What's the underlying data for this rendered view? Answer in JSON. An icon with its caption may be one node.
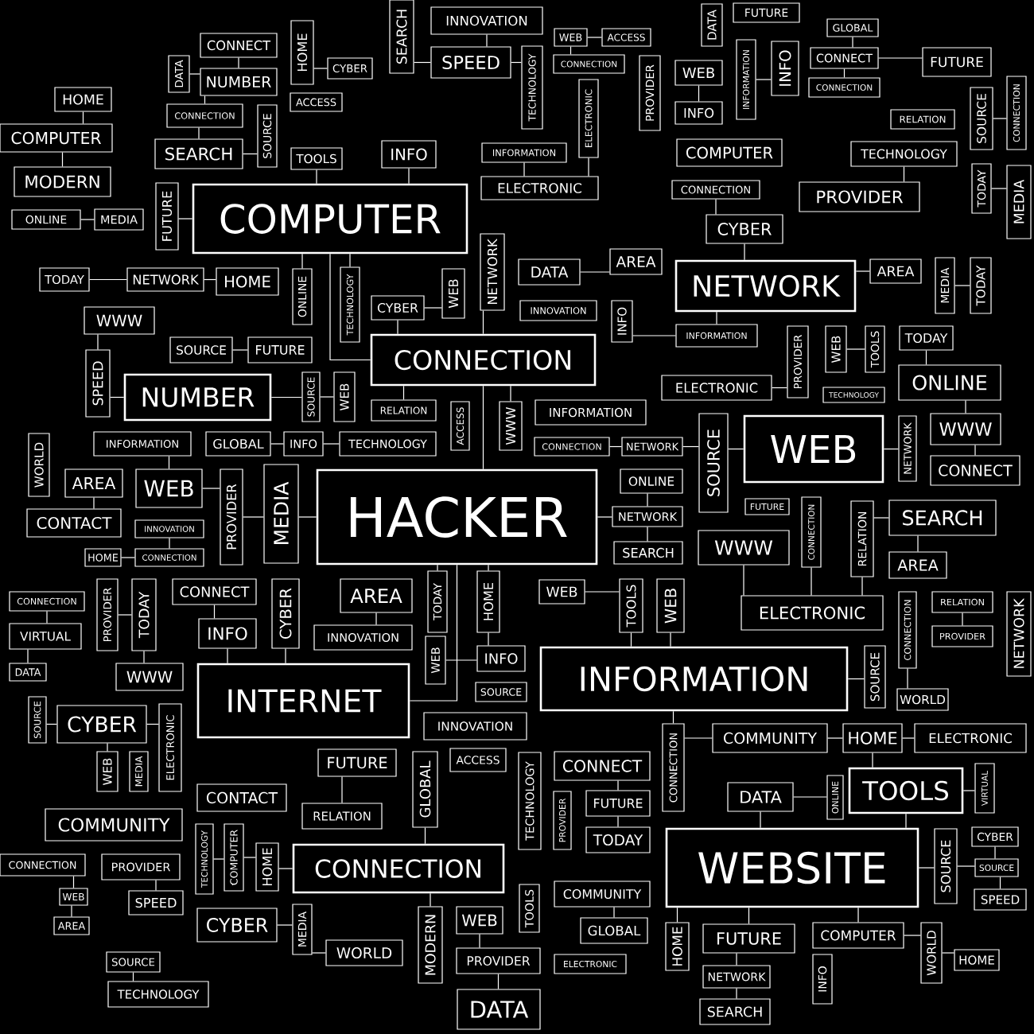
{
  "diagram": {
    "nodes": [
      {
        "text": [
          "COMPUTER"
        ]
      },
      {
        "text": [
          "CONNECTION"
        ]
      },
      {
        "text": [
          "HACKER"
        ]
      },
      {
        "text": [
          "NETWORK"
        ]
      },
      {
        "text": [
          "WEB"
        ]
      },
      {
        "text": [
          "NUMBER"
        ]
      },
      {
        "text": [
          "INTERNET"
        ]
      },
      {
        "text": [
          "INFORMATION"
        ]
      },
      {
        "text": [
          "CONNECTION"
        ]
      },
      {
        "text": [
          "WEBSITE"
        ]
      },
      {
        "text": [
          "TOOLS"
        ]
      },
      {
        "text": [
          "CYBER"
        ]
      },
      {
        "text": [
          "COMMUNITY"
        ]
      },
      {
        "text": [
          "ONLINE"
        ]
      },
      {
        "text": [
          "WWW"
        ]
      },
      {
        "text": [
          "CONNECT"
        ]
      },
      {
        "text": [
          "SEARCH"
        ]
      },
      {
        "text": [
          "ELECTRONIC"
        ]
      },
      {
        "text": [
          "WWW"
        ]
      },
      {
        "text": [
          "COMMUNITY"
        ]
      },
      {
        "text": [
          "HOME"
        ]
      },
      {
        "text": [
          "ELECTRONIC"
        ]
      },
      {
        "text": [
          "DATA"
        ]
      },
      {
        "text": [
          "CONNECT"
        ]
      },
      {
        "text": [
          "FUTURE"
        ]
      },
      {
        "text": [
          "TODAY"
        ]
      },
      {
        "text": [
          "COMMUNITY"
        ]
      },
      {
        "text": [
          "GLOBAL"
        ]
      },
      {
        "text": [
          "FUTURE"
        ]
      },
      {
        "text": [
          "COMPUTER"
        ]
      },
      {
        "text": [
          "NETWORK"
        ]
      },
      {
        "text": [
          "SEARCH"
        ]
      },
      {
        "text": [
          "DATA"
        ]
      },
      {
        "text": [
          "PROVIDER"
        ]
      },
      {
        "text": [
          "WEB"
        ]
      },
      {
        "text": [
          "WORLD"
        ]
      },
      {
        "text": [
          "CYBER"
        ]
      },
      {
        "text": [
          "TECHNOLOGY"
        ]
      },
      {
        "text": [
          "PROVIDER"
        ]
      },
      {
        "text": [
          "SPEED"
        ]
      },
      {
        "text": [
          "CONTACT"
        ]
      },
      {
        "text": [
          "RELATION"
        ]
      },
      {
        "text": [
          "FUTURE"
        ]
      },
      {
        "text": [
          "INNOVATION"
        ]
      },
      {
        "text": [
          "INFO"
        ]
      },
      {
        "text": [
          "AREA"
        ]
      },
      {
        "text": [
          "INNOVATION"
        ]
      },
      {
        "text": [
          "INFO"
        ]
      },
      {
        "text": [
          "CONNECT"
        ]
      },
      {
        "text": [
          "WWW"
        ]
      },
      {
        "text": [
          "VIRTUAL"
        ]
      },
      {
        "text": [
          "CONTACT"
        ]
      },
      {
        "text": [
          "AREA"
        ]
      },
      {
        "text": [
          "WEB"
        ]
      },
      {
        "text": [
          "INFORMATION"
        ]
      },
      {
        "text": [
          "GLOBAL"
        ]
      },
      {
        "text": [
          "INFO"
        ]
      },
      {
        "text": [
          "TECHNOLOGY"
        ]
      },
      {
        "text": [
          "SOURCE"
        ]
      },
      {
        "text": [
          "FUTURE"
        ]
      },
      {
        "text": [
          "WWW"
        ]
      },
      {
        "text": [
          "HOME"
        ]
      },
      {
        "text": [
          "NETWORK"
        ]
      },
      {
        "text": [
          "TODAY"
        ]
      },
      {
        "text": [
          "MODERN"
        ]
      },
      {
        "text": [
          "COMPUTER"
        ]
      },
      {
        "text": [
          "HOME"
        ]
      },
      {
        "text": [
          "SEARCH"
        ]
      },
      {
        "text": [
          "CONNECTION"
        ]
      },
      {
        "text": [
          "NUMBER"
        ]
      },
      {
        "text": [
          "CONNECT"
        ]
      },
      {
        "text": [
          "INFO"
        ]
      },
      {
        "text": [
          "TOOLS"
        ]
      },
      {
        "text": [
          "SPEED"
        ]
      },
      {
        "text": [
          "INNOVATION"
        ]
      },
      {
        "text": [
          "ELECTRONIC"
        ]
      },
      {
        "text": [
          "DATA"
        ]
      },
      {
        "text": [
          "AREA"
        ]
      },
      {
        "text": [
          "CYBER"
        ]
      },
      {
        "text": [
          "COMPUTER"
        ]
      },
      {
        "text": [
          "PROVIDER"
        ]
      },
      {
        "text": [
          "TECHNOLOGY"
        ]
      },
      {
        "text": [
          "INFORMATION"
        ]
      },
      {
        "text": [
          "INFORMATION"
        ]
      },
      {
        "text": [
          "ELECTRONIC"
        ]
      },
      {
        "text": [
          "INNOVATION"
        ]
      },
      {
        "text": [
          "CYBER"
        ]
      },
      {
        "text": [
          "RELATION"
        ]
      },
      {
        "text": [
          "ONLINE"
        ]
      },
      {
        "text": [
          "NETWORK"
        ]
      },
      {
        "text": [
          "SEARCH"
        ]
      },
      {
        "text": [
          "WEB"
        ]
      },
      {
        "text": [
          "ACCESS"
        ]
      },
      {
        "text": [
          "TODAY"
        ]
      },
      {
        "text": [
          "AREA"
        ]
      },
      {
        "text": [
          "FUTURE"
        ]
      },
      {
        "text": [
          "CONNECT"
        ]
      },
      {
        "text": [
          "CONNECTION"
        ]
      },
      {
        "text": [
          "GLOBAL"
        ]
      },
      {
        "text": [
          "FUTURE"
        ]
      },
      {
        "text": [
          "RELATION"
        ]
      },
      {
        "text": [
          "WEB"
        ]
      },
      {
        "text": [
          "INFO"
        ]
      },
      {
        "text": [
          "CONNECTION"
        ]
      },
      {
        "text": [
          "WEB"
        ]
      },
      {
        "text": [
          "ACCESS"
        ]
      },
      {
        "text": [
          "ACCESS"
        ]
      },
      {
        "text": [
          "CYBER"
        ]
      },
      {
        "text": [
          "CONNECTION"
        ]
      },
      {
        "text": [
          "ONLINE"
        ]
      },
      {
        "text": [
          "MEDIA"
        ]
      },
      {
        "text": [
          "AREA"
        ]
      },
      {
        "text": [
          "WEB"
        ]
      },
      {
        "text": [
          "CONNECTION"
        ]
      },
      {
        "text": [
          "SOURCE"
        ]
      },
      {
        "text": [
          "SOURCE"
        ]
      },
      {
        "text": [
          "CYBER"
        ]
      },
      {
        "text": [
          "SPEED"
        ]
      },
      {
        "text": [
          "HOME"
        ]
      },
      {
        "text": [
          "ELECTRONIC"
        ]
      },
      {
        "text": [
          "WORLD"
        ]
      },
      {
        "text": [
          "PROVIDER"
        ]
      },
      {
        "text": [
          "RELATION"
        ]
      },
      {
        "text": [
          "AREA"
        ]
      },
      {
        "text": [
          "INFORMATION"
        ]
      },
      {
        "text": [
          "CONNECTION"
        ]
      },
      {
        "text": [
          "NETWORK"
        ]
      },
      {
        "text": [
          "FUTURE"
        ]
      },
      {
        "text": [
          "TECHNOLOGY"
        ]
      },
      {
        "text": [
          "SOURCE"
        ]
      },
      {
        "text": [
          "INNOVATION"
        ]
      },
      {
        "text": [
          "CONNECTION"
        ]
      },
      {
        "text": [
          "HOME"
        ]
      },
      {
        "text": [
          "CONNECTION"
        ]
      },
      {
        "text": [
          "DATA"
        ]
      },
      {
        "text": [
          "HOME"
        ]
      },
      {
        "text": [
          "SEARCH"
        ]
      },
      {
        "text": [
          "SOURCE"
        ]
      },
      {
        "text": [
          "FUTURE"
        ]
      },
      {
        "text": [
          "TECHNOLOGY"
        ]
      },
      {
        "text": [
          "ONLINE"
        ]
      },
      {
        "text": [
          "WEB"
        ]
      },
      {
        "text": [
          "NETWORK"
        ]
      },
      {
        "text": [
          "SPEED"
        ]
      },
      {
        "text": [
          "SOURCE"
        ]
      },
      {
        "text": [
          "WEB"
        ]
      },
      {
        "text": [
          "ACCESS"
        ]
      },
      {
        "text": [
          "WWW"
        ]
      },
      {
        "text": [
          "PROVIDER"
        ]
      },
      {
        "text": [
          "MEDIA"
        ]
      },
      {
        "text": [
          "WORLD"
        ]
      },
      {
        "text": [
          "TODAY"
        ]
      },
      {
        "text": [
          "PROVIDER"
        ]
      },
      {
        "text": [
          "CYBER"
        ]
      },
      {
        "text": [
          "TODAY"
        ]
      },
      {
        "text": [
          "HOME"
        ]
      },
      {
        "text": [
          "WEB"
        ]
      },
      {
        "text": [
          "TOOLS"
        ]
      },
      {
        "text": [
          "WEB"
        ]
      },
      {
        "text": [
          "SOURCE"
        ]
      },
      {
        "text": [
          "NETWORK"
        ]
      },
      {
        "text": [
          "CONNECTION"
        ]
      },
      {
        "text": [
          "RELATION"
        ]
      },
      {
        "text": [
          "INFO"
        ]
      },
      {
        "text": [
          "PROVIDER"
        ]
      },
      {
        "text": [
          "WEB"
        ]
      },
      {
        "text": [
          "TOOLS"
        ]
      },
      {
        "text": [
          "CONNECTION"
        ]
      },
      {
        "text": [
          "SOURCE"
        ]
      },
      {
        "text": [
          "NETWORK"
        ]
      },
      {
        "text": [
          "CONNECTION"
        ]
      },
      {
        "text": [
          "ONLINE"
        ]
      },
      {
        "text": [
          "VIRTUAL"
        ]
      },
      {
        "text": [
          "SOURCE"
        ]
      },
      {
        "text": [
          "TECHNOLOGY"
        ]
      },
      {
        "text": [
          "PROVIDER"
        ]
      },
      {
        "text": [
          "GLOBAL"
        ]
      },
      {
        "text": [
          "TOOLS"
        ]
      },
      {
        "text": [
          "MODERN"
        ]
      },
      {
        "text": [
          "MEDIA"
        ]
      },
      {
        "text": [
          "HOME"
        ]
      },
      {
        "text": [
          "COMPUTER"
        ]
      },
      {
        "text": [
          "TECHNOLOGY"
        ]
      },
      {
        "text": [
          "ELECTRONIC"
        ]
      },
      {
        "text": [
          "WEB"
        ]
      },
      {
        "text": [
          "MEDIA"
        ]
      },
      {
        "text": [
          "SOURCE"
        ]
      },
      {
        "text": [
          "HOME"
        ]
      },
      {
        "text": [
          "INFO"
        ]
      },
      {
        "text": [
          "WORLD"
        ]
      },
      {
        "text": [
          "PROVIDER"
        ]
      },
      {
        "text": [
          "TECHNOLOGY"
        ]
      },
      {
        "text": [
          "ELECTRONIC"
        ]
      },
      {
        "text": [
          "INFORMATION"
        ]
      },
      {
        "text": [
          "INFO"
        ]
      },
      {
        "text": [
          "DATA"
        ]
      },
      {
        "text": [
          "SOURCE"
        ]
      },
      {
        "text": [
          "CONNECTION"
        ]
      },
      {
        "text": [
          "TODAY"
        ]
      },
      {
        "text": [
          "MEDIA"
        ]
      },
      {
        "text": [
          "MEDIA"
        ]
      },
      {
        "text": [
          "TODAY"
        ]
      },
      {
        "text": [
          "DATA"
        ]
      }
    ],
    "edges": [
      {
        "from": 0,
        "to": 1,
        "arrow": "none"
      },
      {
        "from": 1,
        "to": 2,
        "arrow": "none"
      },
      {
        "from": 2,
        "to": 6,
        "arrow": "none"
      },
      {
        "from": 2,
        "to": 89,
        "arrow": "none"
      },
      {
        "from": 2,
        "to": 149,
        "arrow": "none"
      },
      {
        "from": 1,
        "to": 142,
        "arrow": "none"
      },
      {
        "from": 124,
        "to": 3,
        "arrow": "none"
      },
      {
        "from": 4,
        "to": 159,
        "arrow": "none"
      },
      {
        "from": 4,
        "to": 160,
        "arrow": "none"
      },
      {
        "from": 5,
        "to": 143,
        "arrow": "none"
      },
      {
        "from": 5,
        "to": 144,
        "arrow": "none"
      },
      {
        "from": 153,
        "to": 6,
        "arrow": "none"
      },
      {
        "from": 47,
        "to": 6,
        "arrow": "none"
      },
      {
        "from": 7,
        "to": 168,
        "arrow": "none"
      },
      {
        "from": 157,
        "to": 7,
        "arrow": "none"
      },
      {
        "from": 158,
        "to": 7,
        "arrow": "none"
      },
      {
        "from": 170,
        "to": 7,
        "arrow": "none"
      },
      {
        "from": 8,
        "to": 180,
        "arrow": "none"
      },
      {
        "from": 176,
        "to": 8,
        "arrow": "none"
      },
      {
        "from": 178,
        "to": 8,
        "arrow": "none"
      },
      {
        "from": 22,
        "to": 9,
        "arrow": "none"
      },
      {
        "from": 9,
        "to": 173,
        "arrow": "none"
      },
      {
        "from": 10,
        "to": 9,
        "arrow": "none"
      },
      {
        "from": 187,
        "to": 9,
        "arrow": "none"
      },
      {
        "from": 28,
        "to": 9,
        "arrow": "none"
      },
      {
        "from": 29,
        "to": 9,
        "arrow": "none"
      },
      {
        "from": 184,
        "to": 11,
        "arrow": "none"
      },
      {
        "from": 11,
        "to": 183,
        "arrow": "none"
      },
      {
        "from": 11,
        "to": 186,
        "arrow": "none"
      },
      {
        "from": 93,
        "to": 13,
        "arrow": "none"
      },
      {
        "from": 14,
        "to": 13,
        "arrow": "none"
      },
      {
        "from": 15,
        "to": 14,
        "arrow": "none"
      },
      {
        "from": 16,
        "to": 162,
        "arrow": "none"
      },
      {
        "from": 162,
        "to": 17,
        "arrow": "none"
      },
      {
        "from": 18,
        "to": 17,
        "arrow": "none"
      },
      {
        "from": 161,
        "to": 17,
        "arrow": "none"
      },
      {
        "from": 19,
        "to": 170,
        "arrow": "none"
      },
      {
        "from": 19,
        "to": 20,
        "arrow": "none"
      },
      {
        "from": 20,
        "to": 21,
        "arrow": "none"
      },
      {
        "from": 20,
        "to": 10,
        "arrow": "none"
      },
      {
        "from": 10,
        "to": 172,
        "arrow": "none"
      },
      {
        "from": 24,
        "to": 23,
        "arrow": "none"
      },
      {
        "from": 25,
        "to": 24,
        "arrow": "none"
      },
      {
        "from": 27,
        "to": 26,
        "arrow": "none"
      },
      {
        "from": 33,
        "to": 32,
        "arrow": "none"
      },
      {
        "from": 34,
        "to": 33,
        "arrow": "none"
      },
      {
        "from": 36,
        "to": 179,
        "arrow": "none"
      },
      {
        "from": 35,
        "to": 179,
        "arrow": "none"
      },
      {
        "from": 41,
        "to": 42,
        "arrow": "none"
      },
      {
        "from": 155,
        "to": 44,
        "arrow": "none"
      },
      {
        "from": 45,
        "to": 46,
        "arrow": "none"
      },
      {
        "from": 48,
        "to": 47,
        "arrow": "none"
      },
      {
        "from": 151,
        "to": 49,
        "arrow": "none"
      },
      {
        "from": 52,
        "to": 51,
        "arrow": "none"
      },
      {
        "from": 53,
        "to": 54,
        "arrow": "none"
      },
      {
        "from": 55,
        "to": 56,
        "arrow": "none"
      },
      {
        "from": 56,
        "to": 57,
        "arrow": "none"
      },
      {
        "from": 58,
        "to": 59,
        "arrow": "none"
      },
      {
        "from": 143,
        "to": 60,
        "arrow": "none"
      },
      {
        "from": 62,
        "to": 61,
        "arrow": "none"
      },
      {
        "from": 63,
        "to": 62,
        "arrow": "none"
      },
      {
        "from": 140,
        "to": 0,
        "arrow": "none"
      },
      {
        "from": 139,
        "to": 0,
        "arrow": "none"
      },
      {
        "from": 0,
        "to": 138,
        "arrow": "none"
      },
      {
        "from": 71,
        "to": 0,
        "arrow": "none"
      },
      {
        "from": 72,
        "to": 0,
        "arrow": "none"
      },
      {
        "from": 67,
        "to": 68,
        "arrow": "none"
      },
      {
        "from": 68,
        "to": 69,
        "arrow": "none"
      },
      {
        "from": 69,
        "to": 70,
        "arrow": "none"
      },
      {
        "from": 67,
        "to": 137,
        "arrow": "none"
      },
      {
        "from": 64,
        "to": 65,
        "arrow": "none"
      },
      {
        "from": 66,
        "to": 65,
        "arrow": "none"
      },
      {
        "from": 74,
        "to": 73,
        "arrow": "none"
      },
      {
        "from": 73,
        "to": 136,
        "arrow": "none"
      },
      {
        "from": 108,
        "to": 78,
        "arrow": "none"
      },
      {
        "from": 78,
        "to": 3,
        "arrow": "none"
      },
      {
        "from": 81,
        "to": 80,
        "arrow": "none"
      },
      {
        "from": 96,
        "to": 95,
        "arrow": "none"
      },
      {
        "from": 97,
        "to": 96,
        "arrow": "none"
      },
      {
        "from": 98,
        "to": 96,
        "arrow": "none"
      },
      {
        "from": 102,
        "to": 101,
        "arrow": "none"
      },
      {
        "from": 104,
        "to": 103,
        "arrow": "none"
      },
      {
        "from": 104,
        "to": 105,
        "arrow": "none"
      },
      {
        "from": 76,
        "to": 77,
        "arrow": "none"
      },
      {
        "from": 86,
        "to": 141,
        "arrow": "none"
      },
      {
        "from": 89,
        "to": 88,
        "arrow": "none"
      },
      {
        "from": 89,
        "to": 90,
        "arrow": "none"
      },
      {
        "from": 125,
        "to": 126,
        "arrow": "none"
      },
      {
        "from": 126,
        "to": 159,
        "arrow": "none"
      },
      {
        "from": 84,
        "to": 164,
        "arrow": "none"
      },
      {
        "from": 124,
        "to": 163,
        "arrow": "none"
      },
      {
        "from": 165,
        "to": 166,
        "arrow": "none"
      },
      {
        "from": 154,
        "to": 2,
        "arrow": "none"
      },
      {
        "from": 155,
        "to": 2,
        "arrow": "none"
      },
      {
        "from": 167,
        "to": 120,
        "arrow": "none"
      },
      {
        "from": 121,
        "to": 122,
        "arrow": "none"
      },
      {
        "from": 123,
        "to": 16,
        "arrow": "none"
      },
      {
        "from": 130,
        "to": 131,
        "arrow": "none"
      },
      {
        "from": 132,
        "to": 131,
        "arrow": "none"
      },
      {
        "from": 148,
        "to": 149,
        "arrow": "none"
      },
      {
        "from": 53,
        "to": 148,
        "arrow": "none"
      },
      {
        "from": 39,
        "to": 38,
        "arrow": "none"
      },
      {
        "from": 182,
        "to": 181,
        "arrow": "none"
      },
      {
        "from": 181,
        "to": 180,
        "arrow": "none"
      },
      {
        "from": 112,
        "to": 113,
        "arrow": "none"
      },
      {
        "from": 111,
        "to": 112,
        "arrow": "none"
      },
      {
        "from": 116,
        "to": 115,
        "arrow": "none"
      },
      {
        "from": 117,
        "to": 115,
        "arrow": "none"
      },
      {
        "from": 173,
        "to": 115,
        "arrow": "none"
      },
      {
        "from": 29,
        "to": 189,
        "arrow": "none"
      },
      {
        "from": 189,
        "to": 118,
        "arrow": "none"
      },
      {
        "from": 30,
        "to": 28,
        "arrow": "none"
      },
      {
        "from": 30,
        "to": 31,
        "arrow": "none"
      },
      {
        "from": 73,
        "to": 191,
        "arrow": "none"
      },
      {
        "from": 192,
        "to": 75,
        "arrow": "none"
      },
      {
        "from": 82,
        "to": 75,
        "arrow": "none"
      },
      {
        "from": 193,
        "to": 194,
        "arrow": "none"
      },
      {
        "from": 196,
        "to": 197,
        "arrow": "none"
      },
      {
        "from": 198,
        "to": 199,
        "arrow": "none"
      },
      {
        "from": 200,
        "to": 201,
        "arrow": "none"
      },
      {
        "from": 94,
        "to": 3,
        "arrow": "none"
      },
      {
        "from": 202,
        "to": 69,
        "arrow": "none"
      },
      {
        "from": 107,
        "to": 135,
        "arrow": "none"
      },
      {
        "from": 109,
        "to": 110,
        "arrow": "none"
      },
      {
        "from": 134,
        "to": 50,
        "arrow": "none"
      },
      {
        "from": 133,
        "to": 50,
        "arrow": "none"
      },
      {
        "from": 152,
        "to": 151,
        "arrow": "none"
      },
      {
        "from": 114,
        "to": 37,
        "arrow": "none"
      },
      {
        "from": 144,
        "to": 145,
        "arrow": "none"
      },
      {
        "from": 147,
        "to": 1,
        "arrow": "none"
      },
      {
        "from": 87,
        "to": 1,
        "arrow": "none"
      },
      {
        "from": 86,
        "to": 1,
        "arrow": "none"
      },
      {
        "from": 91,
        "to": 157,
        "arrow": "none"
      },
      {
        "from": 156,
        "to": 44,
        "arrow": "none"
      },
      {
        "from": 22,
        "to": 171,
        "arrow": "none"
      }
    ]
  }
}
